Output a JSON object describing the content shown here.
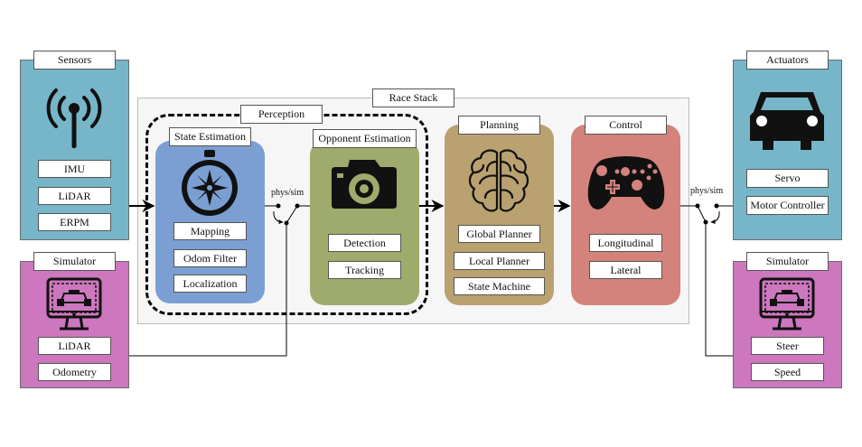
{
  "title": "Race Stack",
  "perception": "Perception",
  "sensors": {
    "title": "Sensors",
    "items": [
      "IMU",
      "LiDAR",
      "ERPM"
    ]
  },
  "sim_left": {
    "title": "Simulator",
    "items": [
      "LiDAR",
      "Odometry"
    ]
  },
  "actuators": {
    "title": "Actuators",
    "items": [
      "Servo",
      "Motor Controller"
    ]
  },
  "sim_right": {
    "title": "Simulator",
    "items": [
      "Steer",
      "Speed"
    ]
  },
  "state_estimation": {
    "title": "State Estimation",
    "items": [
      "Mapping",
      "Odom Filter",
      "Localization"
    ]
  },
  "opponent_estimation": {
    "title": "Opponent Estimation",
    "items": [
      "Detection",
      "Tracking"
    ]
  },
  "planning": {
    "title": "Planning",
    "items": [
      "Global Planner",
      "Local Planner",
      "State Machine"
    ]
  },
  "control": {
    "title": "Control",
    "items": [
      "Longitudinal",
      "Lateral"
    ]
  },
  "switch_left": "phys/sim",
  "switch_right": "phys/sim",
  "colors": {
    "sensors": "#76b6c8",
    "simulator": "#cd77be",
    "race_stack_bg": "#f6f6f6",
    "state_estimation": "#7b9fd2",
    "opponent_estimation": "#9eab6c",
    "planning": "#b9a170",
    "control": "#d3827c"
  },
  "icons": [
    "antenna-icon",
    "monitor-racecar-icon",
    "car-icon",
    "compass-icon",
    "camera-icon",
    "brain-icon",
    "gamepad-icon"
  ]
}
